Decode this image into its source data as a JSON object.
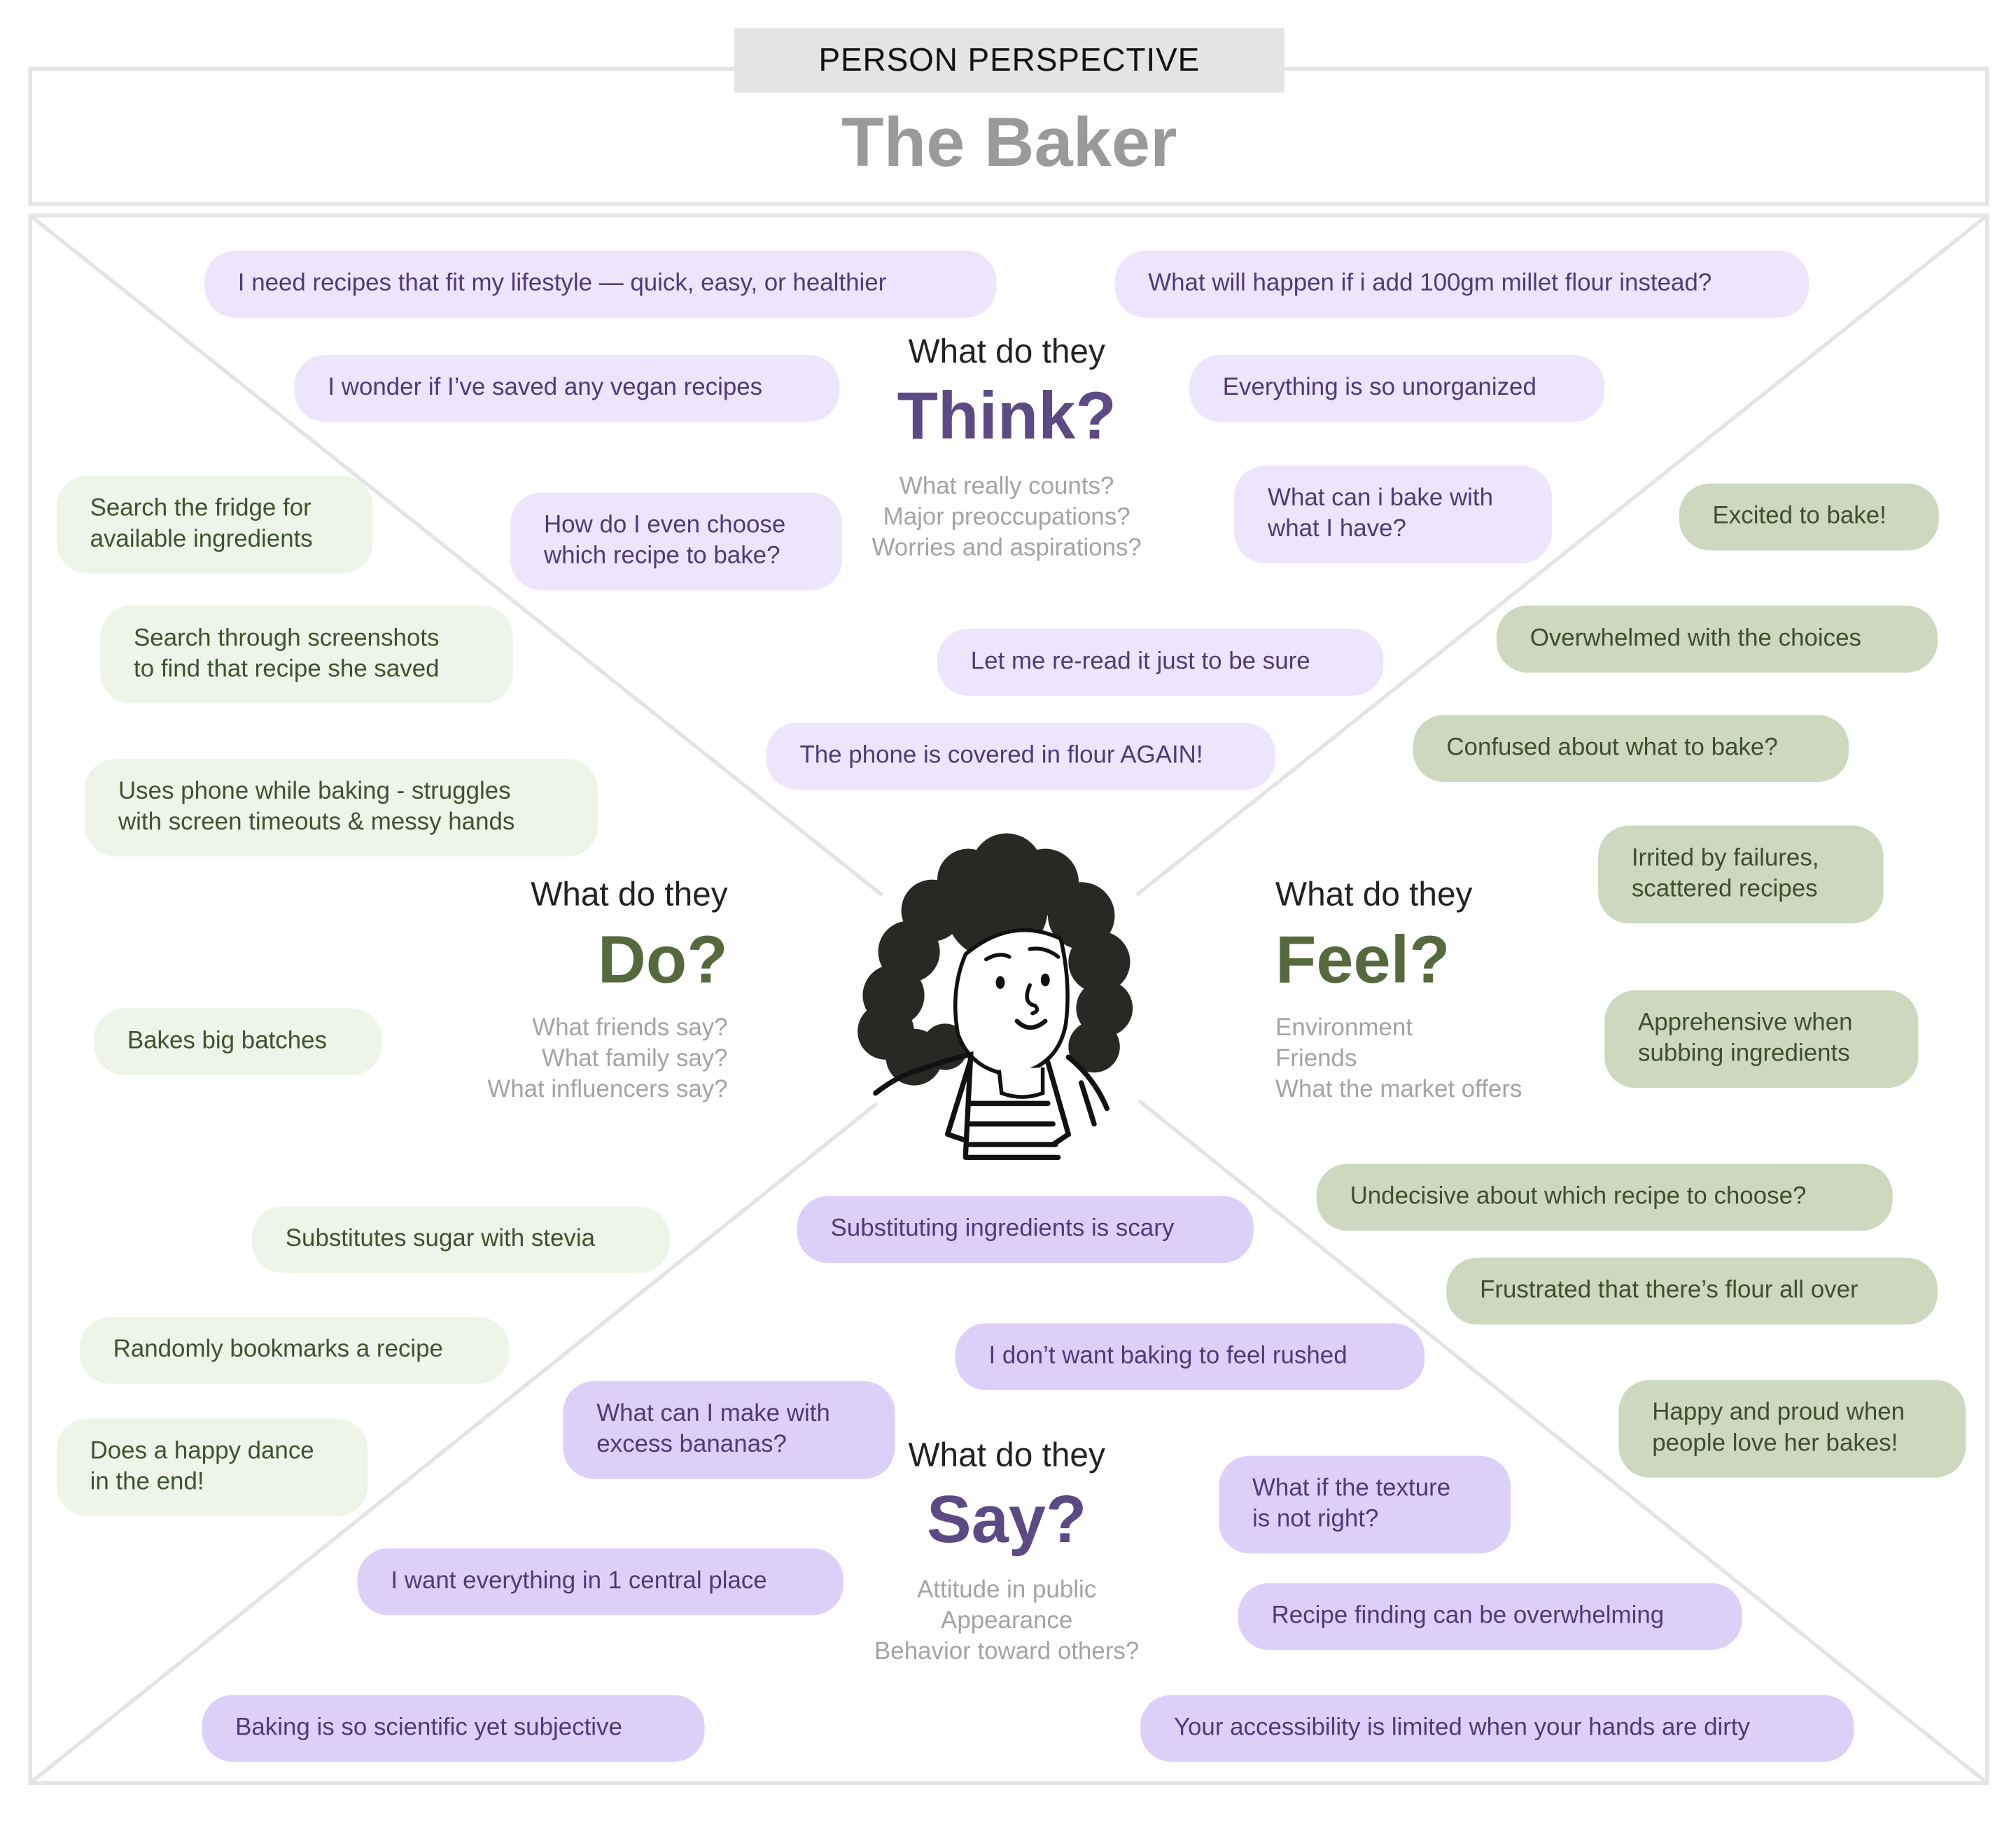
{
  "header": {
    "tab_label": "PERSON PERSPECTIVE",
    "persona_name": "The Baker"
  },
  "colors": {
    "say": "#ddd0f8",
    "think": "#ece5fb",
    "feel": "#cdd8bf",
    "do": "#eef4e8",
    "purple_text": "#5b4a84",
    "green_text": "#55693d",
    "border": "#e4e4e4"
  },
  "quadrants": {
    "think": {
      "prefix": "What do they",
      "title": "Think?",
      "prompts": "What really counts?\nMajor preoccupations?\nWorries and aspirations?"
    },
    "do": {
      "prefix": "What do they",
      "title": "Do?",
      "prompts": "What friends say?\nWhat family say?\nWhat influencers say?"
    },
    "feel": {
      "prefix": "What do they",
      "title": "Feel?",
      "prompts": "Environment\nFriends\nWhat the market offers"
    },
    "say": {
      "prefix": "What do they",
      "title": "Say?",
      "prompts": "Attitude in public\nAppearance\nBehavior toward others?"
    }
  },
  "notes": {
    "think": [
      "I need recipes that fit my lifestyle — quick, easy, or healthier",
      "What will happen if i add 100gm millet flour instead?",
      "I wonder if I’ve saved any vegan recipes",
      "Everything is so unorganized",
      "How do I even choose\nwhich recipe to bake?",
      "What can i bake with\nwhat I have?",
      "Let me re-read it just to be sure",
      "The phone is covered in flour AGAIN!"
    ],
    "do": [
      "Search the fridge for\navailable ingredients",
      "Search through screenshots\nto find that recipe she saved",
      "Uses phone while baking - struggles\nwith screen timeouts & messy hands",
      "Bakes big batches",
      "Substitutes sugar with stevia",
      "Randomly bookmarks a recipe",
      "Does a happy dance\nin the end!"
    ],
    "feel": [
      "Excited to bake!",
      "Overwhelmed with the choices",
      "Confused about what to bake?",
      "Irrited by failures,\nscattered recipes",
      "Apprehensive when\nsubbing ingredients",
      "Undecisive about which recipe to choose?",
      "Frustrated that there’s flour all over",
      "Happy and proud when\npeople love her bakes!"
    ],
    "say": [
      "Substituting ingredients is scary",
      "I don’t want baking to feel rushed",
      "What can I make with\nexcess bananas?",
      "What if the texture\n is not right?",
      "I want everything in 1 central place",
      "Recipe finding can be overwhelming",
      "Baking is so scientific yet subjective",
      "Your accessibility is limited when your hands are dirty"
    ]
  }
}
